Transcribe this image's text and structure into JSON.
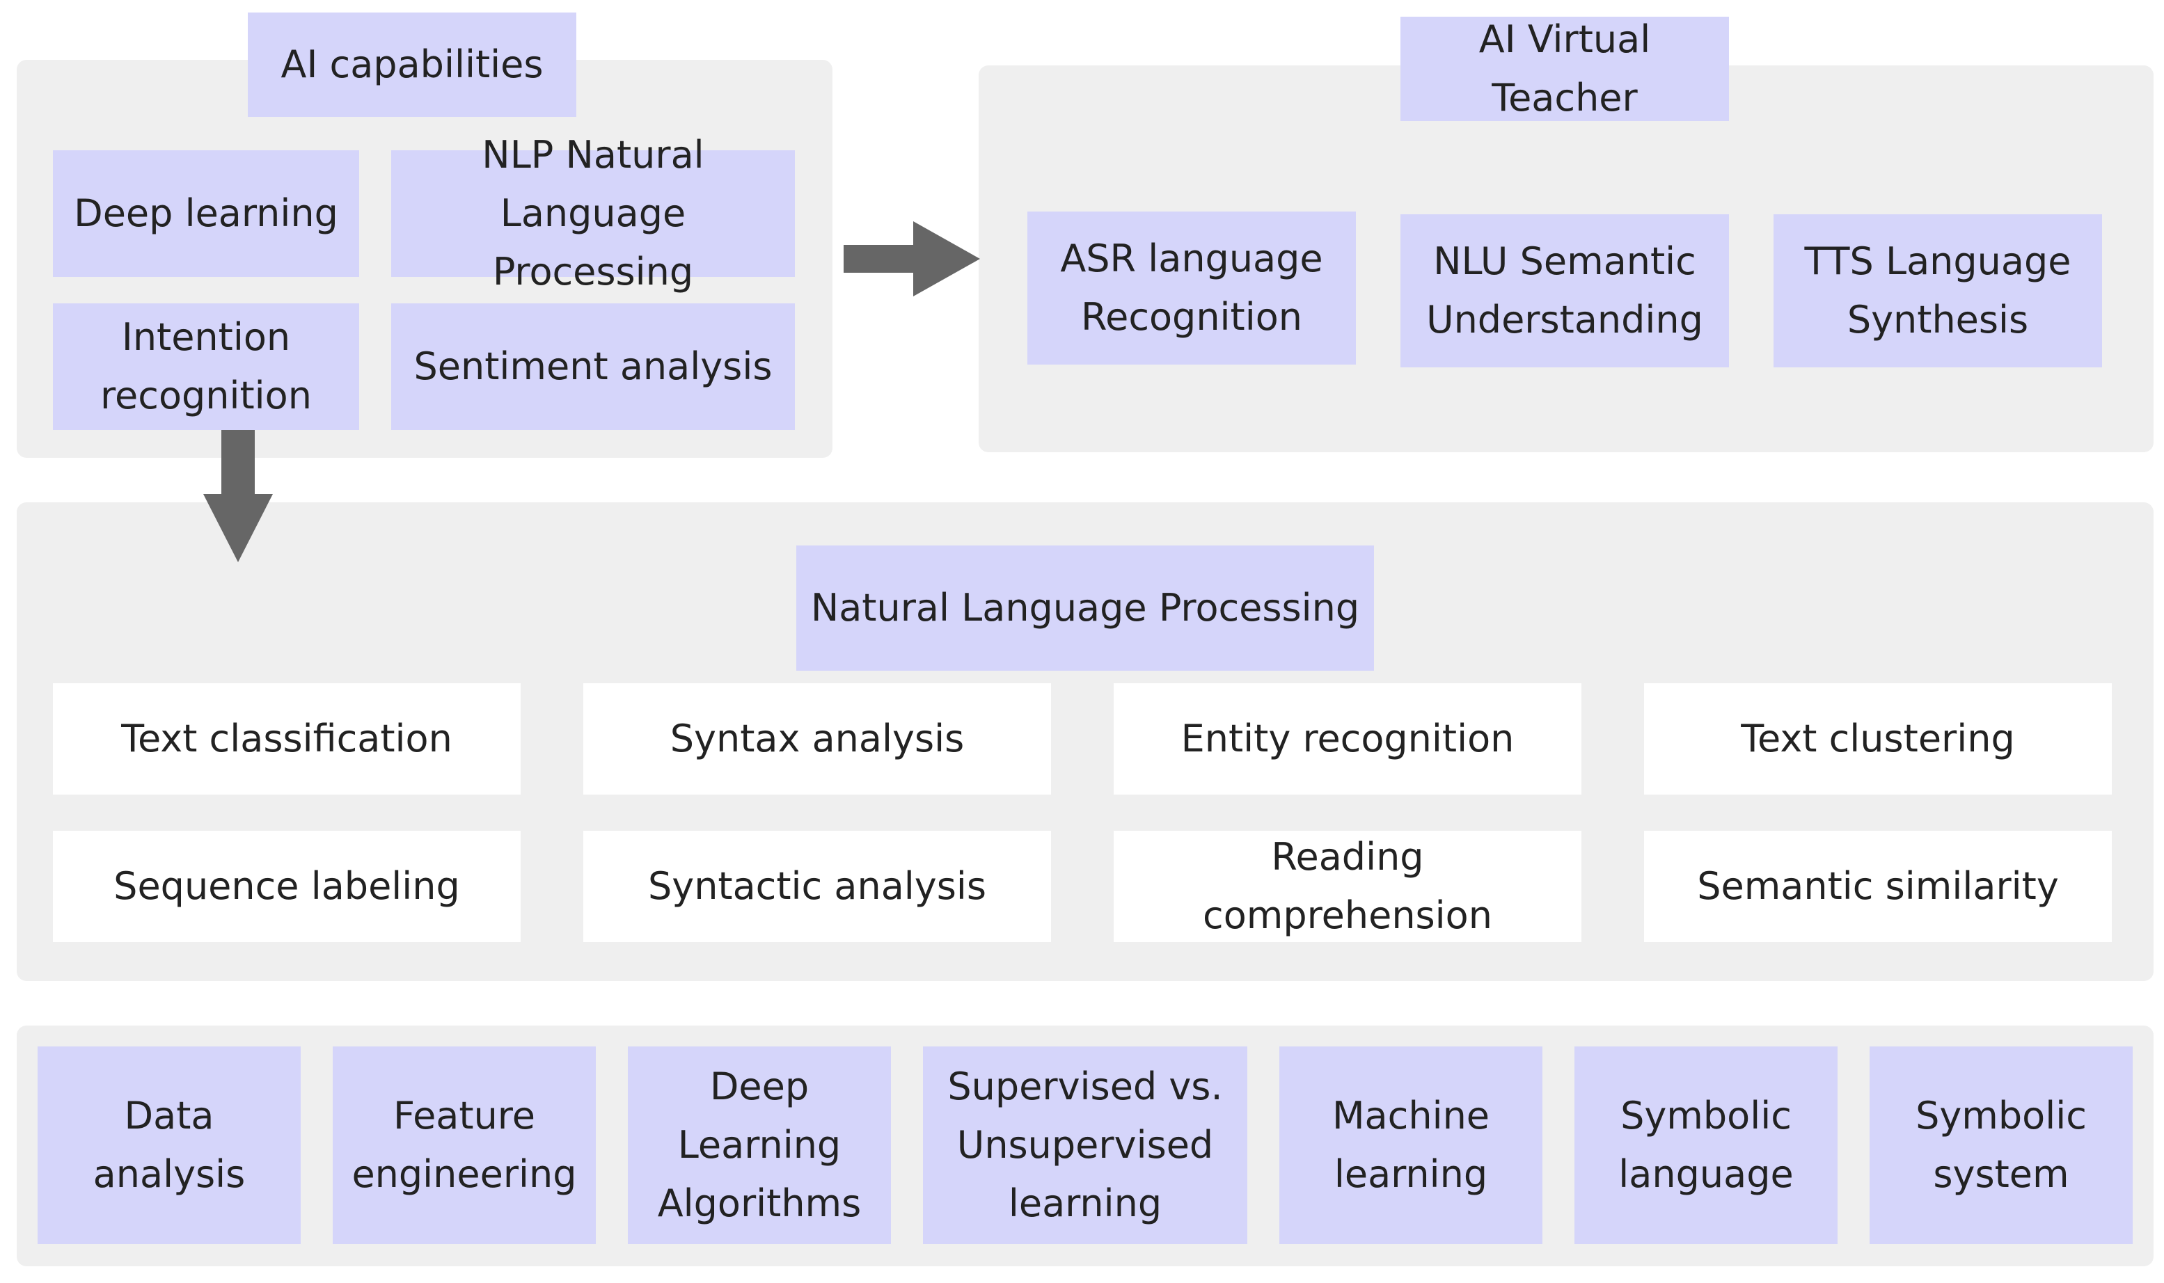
{
  "colors": {
    "panel": "#efefef",
    "purple_box": "#d5d5fa",
    "white_box": "#ffffff",
    "arrow": "#666666",
    "text": "#222222"
  },
  "ai_capabilities": {
    "title": "AI capabilities",
    "items": [
      "Deep learning",
      "NLP Natural Language Processing",
      "Intention recognition",
      "Sentiment analysis"
    ]
  },
  "ai_virtual_teacher": {
    "title": "AI Virtual Teacher",
    "items": [
      "ASR language Recognition",
      "NLU Semantic Understanding",
      "TTS Language Synthesis"
    ]
  },
  "nlp": {
    "title": "Natural Language Processing",
    "items": [
      "Text classification",
      "Syntax analysis",
      "Entity recognition",
      "Text clustering",
      "Sequence labeling",
      "Syntactic analysis",
      "Reading comprehension",
      "Semantic similarity"
    ]
  },
  "foundations": {
    "items": [
      "Data analysis",
      "Feature engineering",
      "Deep Learning Algorithms",
      "Supervised vs. Unsupervised learning",
      "Machine learning",
      "Symbolic language",
      "Symbolic system"
    ]
  },
  "arrows": [
    "right-arrow-icon",
    "down-arrow-icon"
  ]
}
